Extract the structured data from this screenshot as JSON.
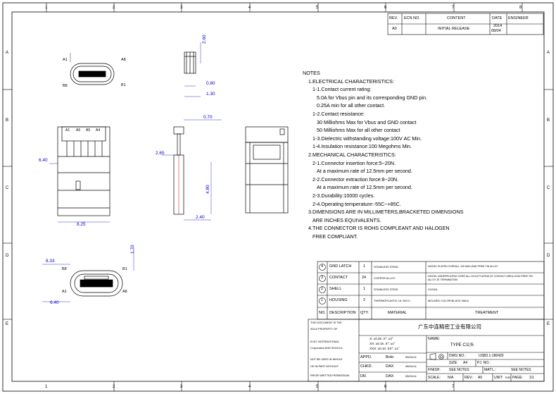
{
  "border": {
    "cols": [
      "1",
      "2",
      "3",
      "4",
      "5",
      "6",
      "7",
      "8"
    ],
    "rows": [
      "A",
      "B",
      "C",
      "D",
      "E"
    ]
  },
  "revision": {
    "headers": [
      "REV.",
      "ECN NO.",
      "CONTENT",
      "DATE",
      "ENGINEER"
    ],
    "row": {
      "rev": "A0",
      "ecn": "",
      "content": "INITIAL RELEASE",
      "date_line1": "2014",
      "date_line2": "08/04",
      "engineer": ""
    }
  },
  "notes": [
    "NOTES",
    "1.ELECTRICAL CHARACTERISTICS:",
    "1-1.Contact current rating:",
    "5.0A for Vbus pin and its corresponding GND pin.",
    "0.25A min for all other contact.",
    "1-2.Contact resistance:",
    "30 Milliohms Max for Vbus and GND contact",
    "50 Milliohms Max for all other contact",
    "1-3.Dielectric withstanding voltage:100V AC Min.",
    "1-4.Insulation resistance:100 Megohms Min.",
    "2.MECHANICAL CHARACTERISTICS:",
    "2-1.Connector insertion force:5~20N.",
    "At a maximum rate of 12.5mm per second.",
    "2-2.Connector extraction force:8~20N.",
    "At a maximum rate of 12.5mm per second.",
    "2-3.Durability:10000 cycles.",
    "2-4.Operating temperature:-55C~+85C.",
    "3.DIMENSIONS ARE IN MILLIMETERS,BRACKETED DIMENSIONS",
    "ARE INCHES EQUIVALENTS.",
    "4.THE CONNECTOR IS ROHS COMPLEANT AND HALOGEN",
    "FREE COMPLIANT."
  ],
  "bom": {
    "rows": [
      {
        "no": "4",
        "desc": "GND LATCH",
        "qty": "1",
        "material": "STAINLESS STEEL",
        "treatment": "NICKEL PLATED OVERALL 100 MIN.LEAD FREE TIN ALLOY"
      },
      {
        "no": "3",
        "desc": "CONTACT",
        "qty": "24",
        "material": "COPPER ALLOY",
        "treatment": "NICKEL UNDERPLATING OVER ALL,GOLD PLATING AT CONTACT AREA,LEAD FREE TIN ALLOY AT TERMINATION"
      },
      {
        "no": "2",
        "desc": "SHELL",
        "qty": "1",
        "material": "STAINLESS STEEL",
        "treatment": "CLEAN"
      },
      {
        "no": "1",
        "desc": "HOUSING",
        "qty": "2",
        "material": "THERMOPLASTIC UL 94V-0",
        "treatment": "MOLDED COLOR:BLACK NAV4"
      }
    ],
    "headers": {
      "no": "NO.",
      "desc": "DESCRIPTION",
      "qty": "QTY.",
      "material": "MATERIAL",
      "treatment": "TREATMENT"
    }
  },
  "titleblock": {
    "disclaimer": [
      "THIS DOCUMENT IS THE",
      "SOLE PROPERTY OF",
      "",
      "ELEC INTERNATIONAL",
      "Corporation AND SHOULD",
      "",
      "NOT BE USED IN WHOLE",
      "OR IN PART WITHOUT",
      "PRIOR WRITTEN PERMISSION"
    ],
    "company": "广东中连精密工业有限公司",
    "tolerances": [
      ".X: ±0.25   .X°: ±3°",
      ".XX: ±0.15   .X°: ±1°",
      ".XXX: ±0.10   .XX°: ±1°"
    ],
    "appd": {
      "label": "APPD.",
      "name": "Boto",
      "date": "08/04/14"
    },
    "chkd": {
      "label": "CHKD.",
      "name": "DAX",
      "date": "08/04/14"
    },
    "dr": {
      "label": "DR.",
      "name": "DAX",
      "date": "08/04/14"
    },
    "name_label": "NAME:",
    "name_value": "TYPE C公头",
    "dwg_label": "DWG NO.:",
    "dwg_value": "USB3.1-180420",
    "size_label": "SIZE:",
    "size_value": "A4",
    "pj_label": "PJ. NO.:",
    "finish_label": "FINISH:",
    "finish_value": "SEE NOTES",
    "matl_label": "MAT'L.:",
    "matl_value": "SEE NOTES",
    "scale_label": "SCALE:",
    "scale_value": "N/A",
    "rev_label": "REV.:",
    "rev_value": "A0",
    "unit_label": "UNIT:",
    "unit_value": "mm",
    "page_label": "PAGE:",
    "page_value": "1/1"
  },
  "dimensions": [
    "2.60",
    "0.80",
    "1.30",
    "0.70",
    "6.40",
    "2.65",
    "4.80",
    "8.25",
    "2.40",
    "1.70",
    "8.33",
    "6.40"
  ],
  "pins": {
    "top_left": "A1",
    "top_right": "A8",
    "bottom_left": "B8",
    "bottom_right": "B1",
    "bot_view_tl": "B8",
    "bot_view_tr": "B1",
    "bot_view_bl": "A1",
    "bot_view_br": "A8"
  },
  "side_labels": [
    "A1",
    "A6",
    "A5",
    "A4"
  ]
}
